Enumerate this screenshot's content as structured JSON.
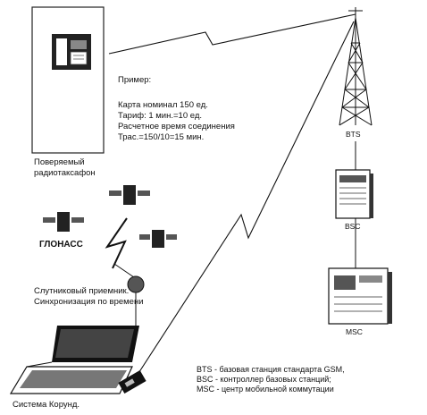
{
  "example": {
    "heading": "Пример:",
    "lines": [
      "Карта номинал 150 ед.",
      "Тариф: 1 мин.=10 ед.",
      "Расчетное время соединения",
      "Трас.=150/10=15 мин."
    ]
  },
  "payphone": {
    "label_line1": "Поверяемый",
    "label_line2": "радиотаксафон"
  },
  "glonass": {
    "label": "ГЛОНАСС"
  },
  "receiver": {
    "label_line1": "Слутниковый приемник.",
    "label_line2": "Синхронизация по времени"
  },
  "system": {
    "label": "Система Корунд."
  },
  "network": {
    "bts": "BTS",
    "bsc": "BSC",
    "msc": "MSC"
  },
  "legend": {
    "lines": [
      "BTS - базовая станция стандарта GSM,",
      "BSC - контроллер базовых станций;",
      "MSC - центр мобильной коммутации"
    ]
  },
  "colors": {
    "ink": "#111111",
    "paper": "#ffffff",
    "shade": "#555555"
  }
}
